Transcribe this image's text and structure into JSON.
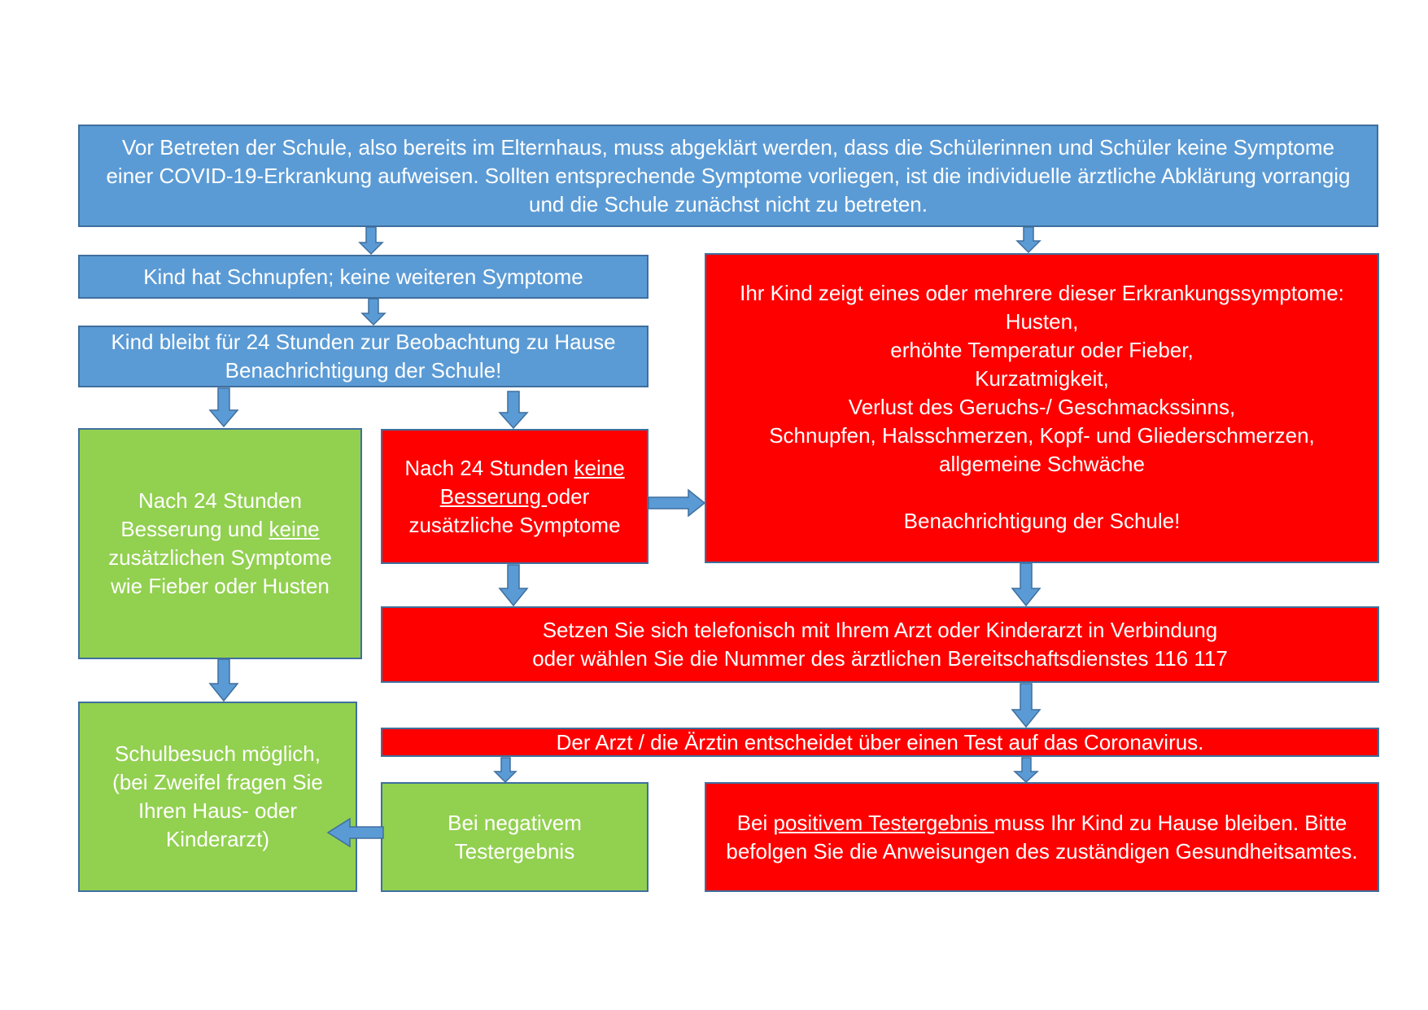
{
  "box_top": {
    "text": "Vor Betreten der Schule, also bereits im Elternhaus, muss abgeklärt werden, dass die Schülerinnen und Schüler keine Symptome einer COVID-19-Erkrankung aufweisen. Sollten entsprechende Symptome vorliegen, ist die individuelle ärztliche Abklärung vorrangig und die Schule zunächst nicht zu betreten."
  },
  "box_schnupfen": {
    "text": "Kind hat Schnupfen; keine weiteren Symptome"
  },
  "box_beobachtung": {
    "line1": "Kind bleibt für 24 Stunden zur Beobachtung zu Hause",
    "line2": "Benachrichtigung der Schule!"
  },
  "box_symptome": {
    "intro": "Ihr Kind zeigt eines oder mehrere dieser  Erkrankungssymptome:",
    "items": [
      "Husten,",
      "erhöhte Temperatur oder Fieber,",
      "Kurzatmigkeit,",
      "Verlust des Geruchs-/ Geschmackssinns,",
      "Schnupfen, Halsschmerzen, Kopf- und Gliederschmerzen,",
      "allgemeine Schwäche"
    ],
    "notice": "Benachrichtigung der Schule!"
  },
  "box_besserung": {
    "part1": "Nach 24 Stunden Besserung und ",
    "underlined": "keine",
    "part2": " zusätzlichen Symptome wie Fieber oder Husten"
  },
  "box_keine_besserung": {
    "part1": "Nach 24 Stunden ",
    "underlined": "keine Besserung ",
    "part2": "oder zusätzliche Symptome"
  },
  "box_arzt_kontakt": {
    "line1": "Setzen Sie sich telefonisch mit Ihrem Arzt oder Kinderarzt in Verbindung",
    "line2": "oder wählen Sie die Nummer des ärztlichen Bereitschaftsdienstes 116 117"
  },
  "box_test": {
    "text": "Der Arzt / die Ärztin entscheidet über einen Test auf das Coronavirus."
  },
  "box_schulbesuch": {
    "text": "Schulbesuch möglich, (bei Zweifel fragen Sie Ihren Haus- oder Kinderarzt)"
  },
  "box_negativ": {
    "text": "Bei negativem Testergebnis"
  },
  "box_positiv": {
    "part1": "Bei ",
    "underlined": "positivem Testergebnis ",
    "part2": "muss Ihr Kind zu Hause bleiben. Bitte befolgen Sie die Anweisungen des zuständigen Gesundheitsamtes."
  },
  "colors": {
    "blue": "#5b9bd5",
    "red": "#ff0000",
    "green": "#92d050",
    "border": "#3f6f9e",
    "arrow": "#5b9bd5"
  }
}
